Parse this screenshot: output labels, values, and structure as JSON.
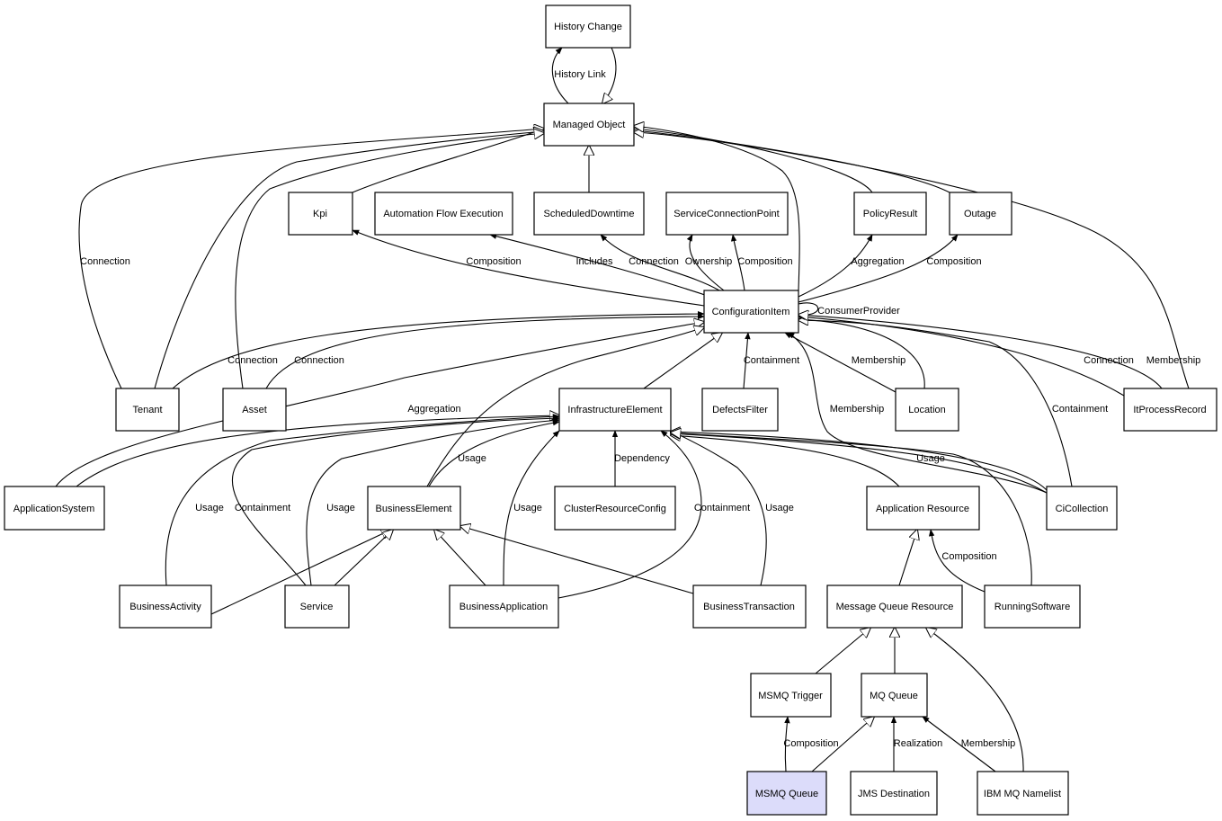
{
  "nodes": {
    "history_change": "History Change",
    "managed_object": "Managed Object",
    "kpi": "Kpi",
    "automation_flow_execution": "Automation Flow Execution",
    "scheduled_downtime": "ScheduledDowntime",
    "service_connection_point": "ServiceConnectionPoint",
    "policy_result": "PolicyResult",
    "outage": "Outage",
    "configuration_item": "ConfigurationItem",
    "tenant": "Tenant",
    "asset": "Asset",
    "infrastructure_element": "InfrastructureElement",
    "defects_filter": "DefectsFilter",
    "location": "Location",
    "it_process_record": "ItProcessRecord",
    "application_system": "ApplicationSystem",
    "business_element": "BusinessElement",
    "cluster_resource_config": "ClusterResourceConfig",
    "application_resource": "Application Resource",
    "ci_collection": "CiCollection",
    "business_activity": "BusinessActivity",
    "service": "Service",
    "business_application": "BusinessApplication",
    "business_transaction": "BusinessTransaction",
    "message_queue_resource": "Message Queue Resource",
    "running_software": "RunningSoftware",
    "msmq_trigger": "MSMQ Trigger",
    "mq_queue": "MQ Queue",
    "msmq_queue": "MSMQ Queue",
    "jms_destination": "JMS Destination",
    "ibm_mq_namelist": "IBM MQ Namelist"
  },
  "selected_node": "MSMQ Queue",
  "selected_color": "#dcdcfa",
  "edge_labels": {
    "history_link": "History Link",
    "tenant_mo_connection": "Connection",
    "ci_kpi_composition": "Composition",
    "ci_afe_includes": "Includes",
    "ci_sd_connection": "Connection",
    "ci_scp_ownership": "Ownership",
    "ci_scp_composition": "Composition",
    "ci_policy_aggregation": "Aggregation",
    "ci_outage_composition": "Composition",
    "ci_consumer_provider": "ConsumerProvider",
    "tenant_ci_connection": "Connection",
    "asset_ci_connection": "Connection",
    "defects_containment": "Containment",
    "location_membership": "Membership",
    "itpr_connection": "Connection",
    "itpr_membership": "Membership",
    "appsys_aggregation": "Aggregation",
    "cicoll_membership": "Membership",
    "cicoll_containment": "Containment",
    "be_usage": "Usage",
    "crc_dependency": "Dependency",
    "cicoll_usage": "Usage",
    "ba_usage": "Usage",
    "service_containment": "Containment",
    "service_usage": "Usage",
    "bapp_usage": "Usage",
    "bapp_containment": "Containment",
    "bt_usage": "Usage",
    "rs_composition": "Composition",
    "msmq_composition": "Composition",
    "jms_realization": "Realization",
    "namelist_membership": "Membership"
  }
}
